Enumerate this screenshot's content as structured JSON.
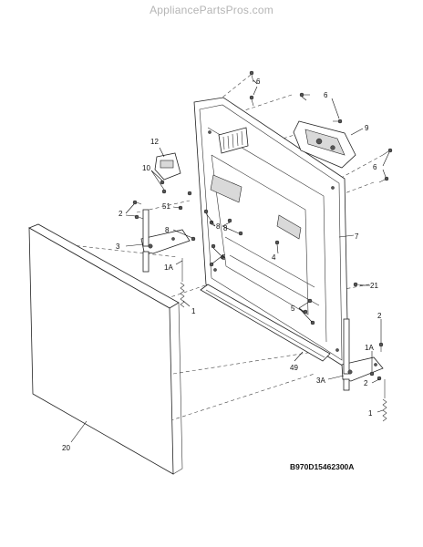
{
  "watermark": "AppliancePartsPros.com",
  "diagram_code": "B970D15462300A",
  "callouts": {
    "c6a": "6",
    "c6b": "6",
    "c6c": "6",
    "c9": "9",
    "c12": "12",
    "c10": "10",
    "c2a": "2",
    "c2b": "2",
    "c2c": "2",
    "c3": "3",
    "c3a": "3A",
    "c8a": "8",
    "c8b": "8",
    "c8c": "8",
    "c51": "51",
    "c5a": "5",
    "c5b": "5",
    "c4": "4",
    "c7": "7",
    "c21": "21",
    "c1a": "1A",
    "c1a2": "1A",
    "c1": "1",
    "c1b": "1",
    "c49": "49",
    "c20": "20"
  },
  "icons": {
    "screw": "screw-icon",
    "spring": "spring-icon",
    "hinge": "hinge-icon"
  }
}
